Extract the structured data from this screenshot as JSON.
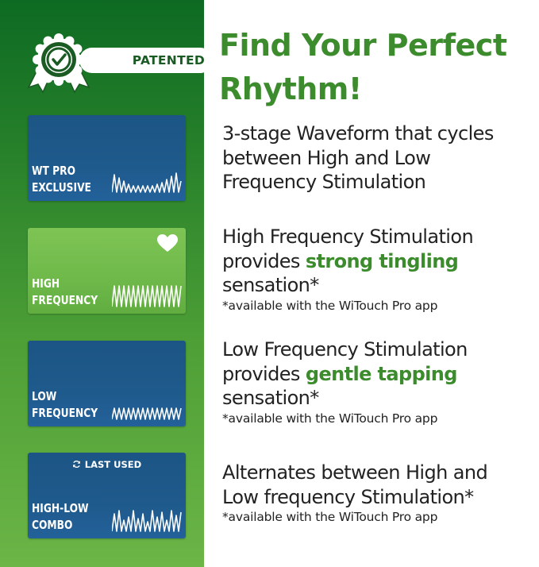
{
  "badge": {
    "text": "PATENTED",
    "icon": "checkmark-rosette-icon"
  },
  "cards": [
    {
      "label_line1": "WT PRO",
      "label_line2": "EXCLUSIVE"
    },
    {
      "label_line1": "HIGH",
      "label_line2": "FREQUENCY",
      "icon": "heart-icon"
    },
    {
      "label_line1": "LOW",
      "label_line2": "FREQUENCY"
    },
    {
      "label_line1": "HIGH-LOW",
      "label_line2": "COMBO",
      "top_text": "LAST USED",
      "top_icon": "cycle-icon"
    }
  ],
  "headline": {
    "line1": "Find Your Perfect",
    "line2": "Rhythm!"
  },
  "features": [
    {
      "line1": "3-stage Waveform that cycles",
      "line2": "between High and Low",
      "line3": "Frequency Stimulation"
    },
    {
      "line1": "High Frequency Stimulation",
      "line2_pre": "provides ",
      "line2_highlight": "strong tingling",
      "line3": "sensation*",
      "note": "*available with the WiTouch Pro app"
    },
    {
      "line1": "Low Frequency Stimulation",
      "line2_pre": "provides ",
      "line2_highlight": "gentle tapping",
      "line3": "sensation*",
      "note": "*available with the WiTouch Pro app"
    },
    {
      "line1": "Alternates between High and",
      "line2": "Low frequency Stimulation*",
      "note": "*available with the WiTouch Pro app"
    }
  ],
  "colors": {
    "accent_green": "#3c8c2e",
    "panel_dark": "#0d6a22",
    "panel_light": "#6cb547",
    "card_blue": "#1f5a8c",
    "card_green": "#6eb94a"
  }
}
